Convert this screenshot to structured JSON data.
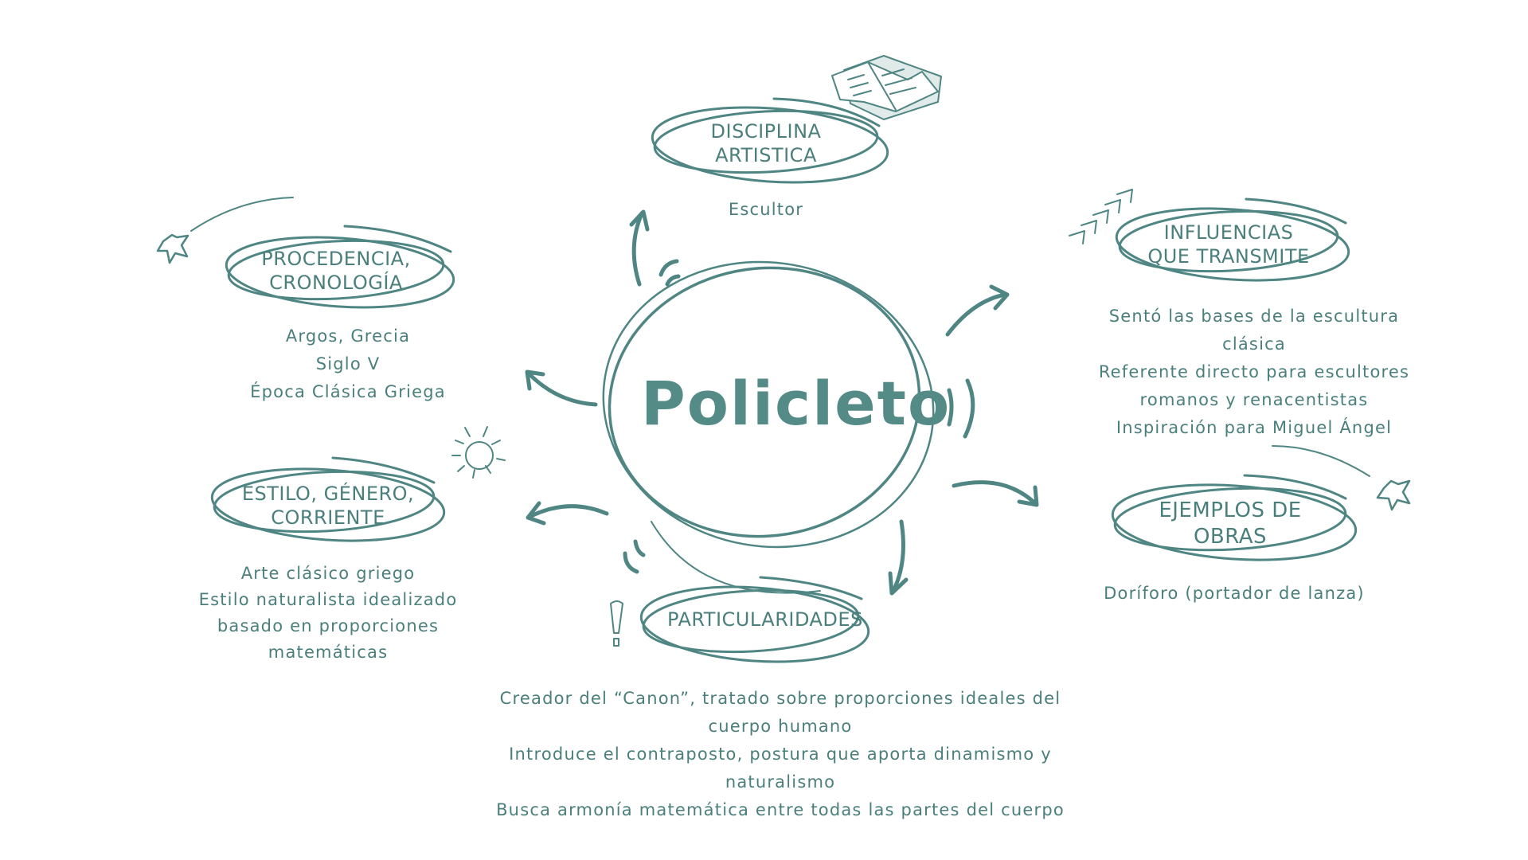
{
  "center": {
    "title": "Policleto"
  },
  "nodes": {
    "disciplina": {
      "heading_line1": "DISCIPLINA",
      "heading_line2": "ARTISTICA",
      "lines": [
        "Escultor"
      ]
    },
    "procedencia": {
      "heading_line1": "PROCEDENCIA,",
      "heading_line2": "CRONOLOGÍA",
      "lines": [
        "Argos, Grecia",
        "Siglo V",
        "Época Clásica Griega"
      ]
    },
    "influencias": {
      "heading_line1": "INFLUENCIAS",
      "heading_line2": "QUE TRANSMITE",
      "lines": [
        "Sentó las bases de la escultura",
        "clásica",
        "Referente directo para escultores",
        "romanos y renacentistas",
        "Inspiración para Miguel Ángel"
      ]
    },
    "estilo": {
      "heading_line1": "ESTILO, GÉNERO,",
      "heading_line2": "CORRIENTE",
      "lines": [
        "Arte clásico griego",
        "Estilo naturalista idealizado",
        "basado en proporciones",
        "matemáticas"
      ]
    },
    "ejemplos": {
      "heading_line1": "EJEMPLOS DE",
      "heading_line2": "OBRAS",
      "lines": [
        "Doríforo (portador de lanza)"
      ]
    },
    "particularidades": {
      "heading_line1": "PARTICULARIDADES",
      "lines": [
        "Creador del “Canon”, tratado sobre proporciones ideales del",
        "cuerpo humano",
        "Introduce el contraposto, postura que aporta dinamismo y",
        "naturalismo",
        "Busca armonía matemática entre todas las partes del cuerpo"
      ]
    }
  },
  "icons": [
    "book-icon",
    "star-icon",
    "chevrons-icon",
    "sun-icon",
    "exclamation-icon",
    "arrow-icon"
  ],
  "colors": {
    "accent": "#4f8683",
    "background": "#ffffff"
  }
}
